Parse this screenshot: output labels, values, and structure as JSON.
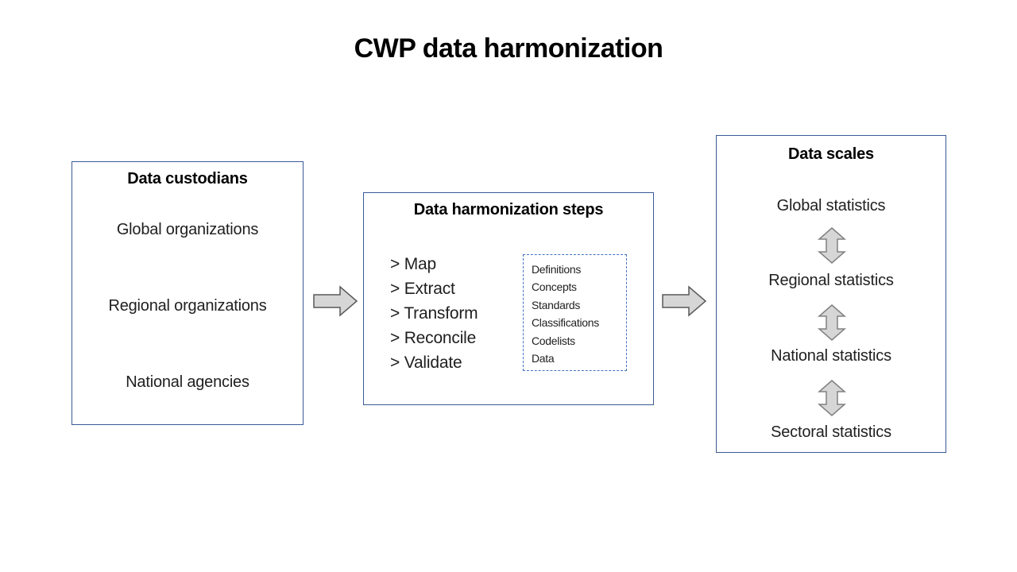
{
  "slide": {
    "title": "CWP data harmonization"
  },
  "colors": {
    "box_border": "#3a5a96",
    "inner_box_border": "#4472c4",
    "arrow_fill": "#d6d6d6",
    "h_arrow_stroke": "#595959",
    "v_arrow_stroke": "#808080",
    "text": "#1f1f1f",
    "title_text": "#000000"
  },
  "custodians": {
    "title": "Data custodians",
    "items": [
      "Global organizations",
      "Regional organizations",
      "National agencies"
    ]
  },
  "harmonization": {
    "title": "Data harmonization steps",
    "steps": [
      "> Map",
      "> Extract",
      "> Transform",
      "> Reconcile",
      "> Validate"
    ],
    "artifacts": [
      "Definitions",
      "Concepts",
      "Standards",
      "Classifications",
      "Codelists",
      "Data"
    ]
  },
  "scales": {
    "title": "Data scales",
    "items": [
      "Global statistics",
      "Regional statistics",
      "National statistics",
      "Sectoral statistics"
    ]
  },
  "icons": {
    "flow_arrow": "right-block-arrow",
    "scale_link_arrow": "up-down-block-arrow"
  }
}
